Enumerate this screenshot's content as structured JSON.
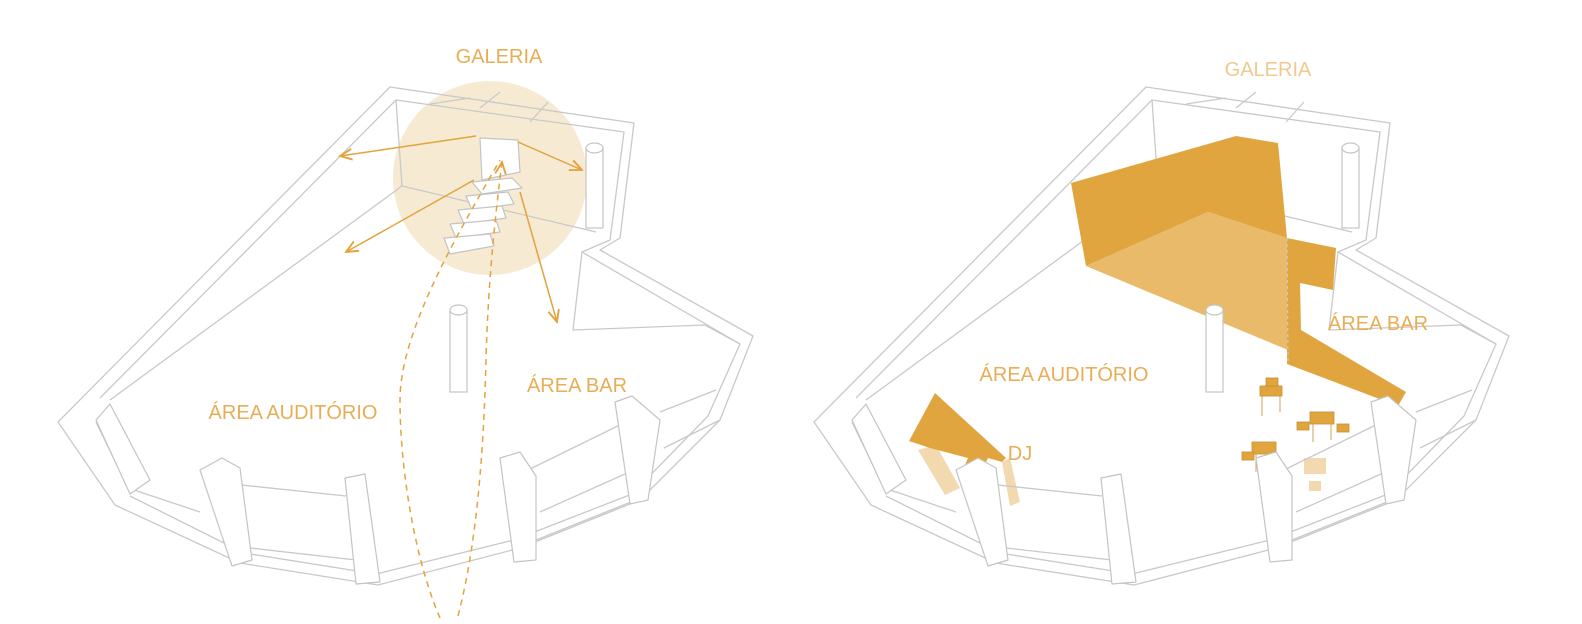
{
  "left_plan": {
    "labels": {
      "galeria": "GALERIA",
      "area_auditorio": "ÁREA AUDITÓRIO",
      "area_bar": "ÁREA BAR"
    }
  },
  "right_plan": {
    "labels": {
      "galeria": "GALERIA",
      "area_auditorio": "ÁREA AUDITÓRIO",
      "area_bar": "ÁREA BAR",
      "dj": "DJ"
    }
  },
  "colors": {
    "accent": "#e3a33d",
    "accent_light": "#e8ba6a",
    "gallery_circle": "#f6ead3",
    "pale_shadow": "#f3d9b0",
    "wall_line": "#c9c9c9"
  }
}
